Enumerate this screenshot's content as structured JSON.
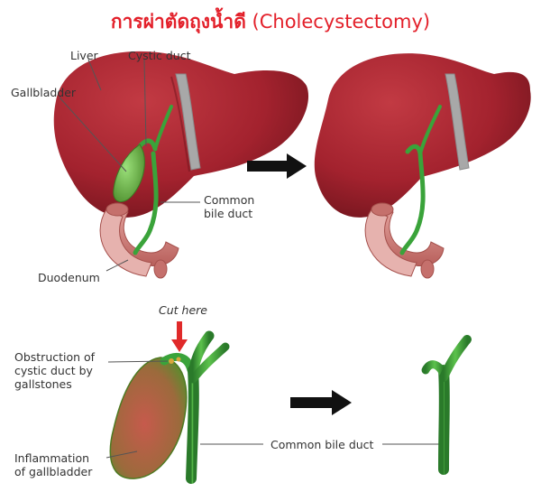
{
  "title": {
    "thai": "การผ่าตัดถุงน้ำดี",
    "english": "(Cholecystectomy)"
  },
  "labels": {
    "liver": "Liver",
    "cystic_duct": "Cystic duct",
    "gallbladder": "Gallbladder",
    "common_bile_duct_line1": "Common",
    "common_bile_duct_line2": "bile duct",
    "duodenum": "Duodenum",
    "cut_here": "Cut here",
    "obstruction_line1": "Obstruction of",
    "obstruction_line2": "cystic duct by",
    "obstruction_line3": "gallstones",
    "inflammation_line1": "Inflammation",
    "inflammation_line2": "of gallbladder",
    "common_bile_duct_full": "Common bile duct"
  },
  "colors": {
    "title": "#e3202a",
    "liver": "#a3222e",
    "duct": "#3aa33a",
    "gallbladder": "#6fb04a",
    "inflamed": "#b85a48",
    "duodenum": "#d98a86",
    "ligament": "#a8a8a8",
    "arrow": "#111111",
    "cut_arrow": "#e02a2a",
    "stone": "#d9a63a"
  }
}
